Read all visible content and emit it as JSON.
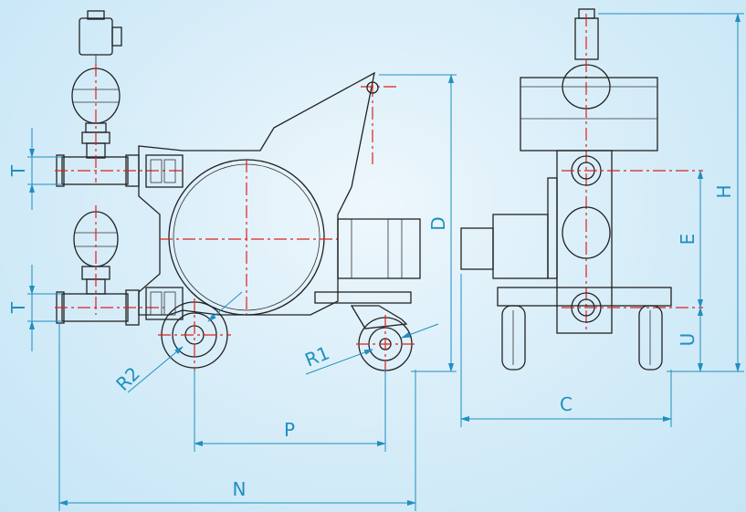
{
  "dimensions": {
    "T_upper": "T",
    "T_lower": "T",
    "D": "D",
    "R1": "R1",
    "R2": "R2",
    "P": "P",
    "N": "N",
    "H": "H",
    "E": "E",
    "U": "U",
    "C": "C"
  },
  "colors": {
    "dimension": "#1f8fc0",
    "centerline": "#e02020",
    "outline": "#222222",
    "background": "#d9eef9"
  }
}
